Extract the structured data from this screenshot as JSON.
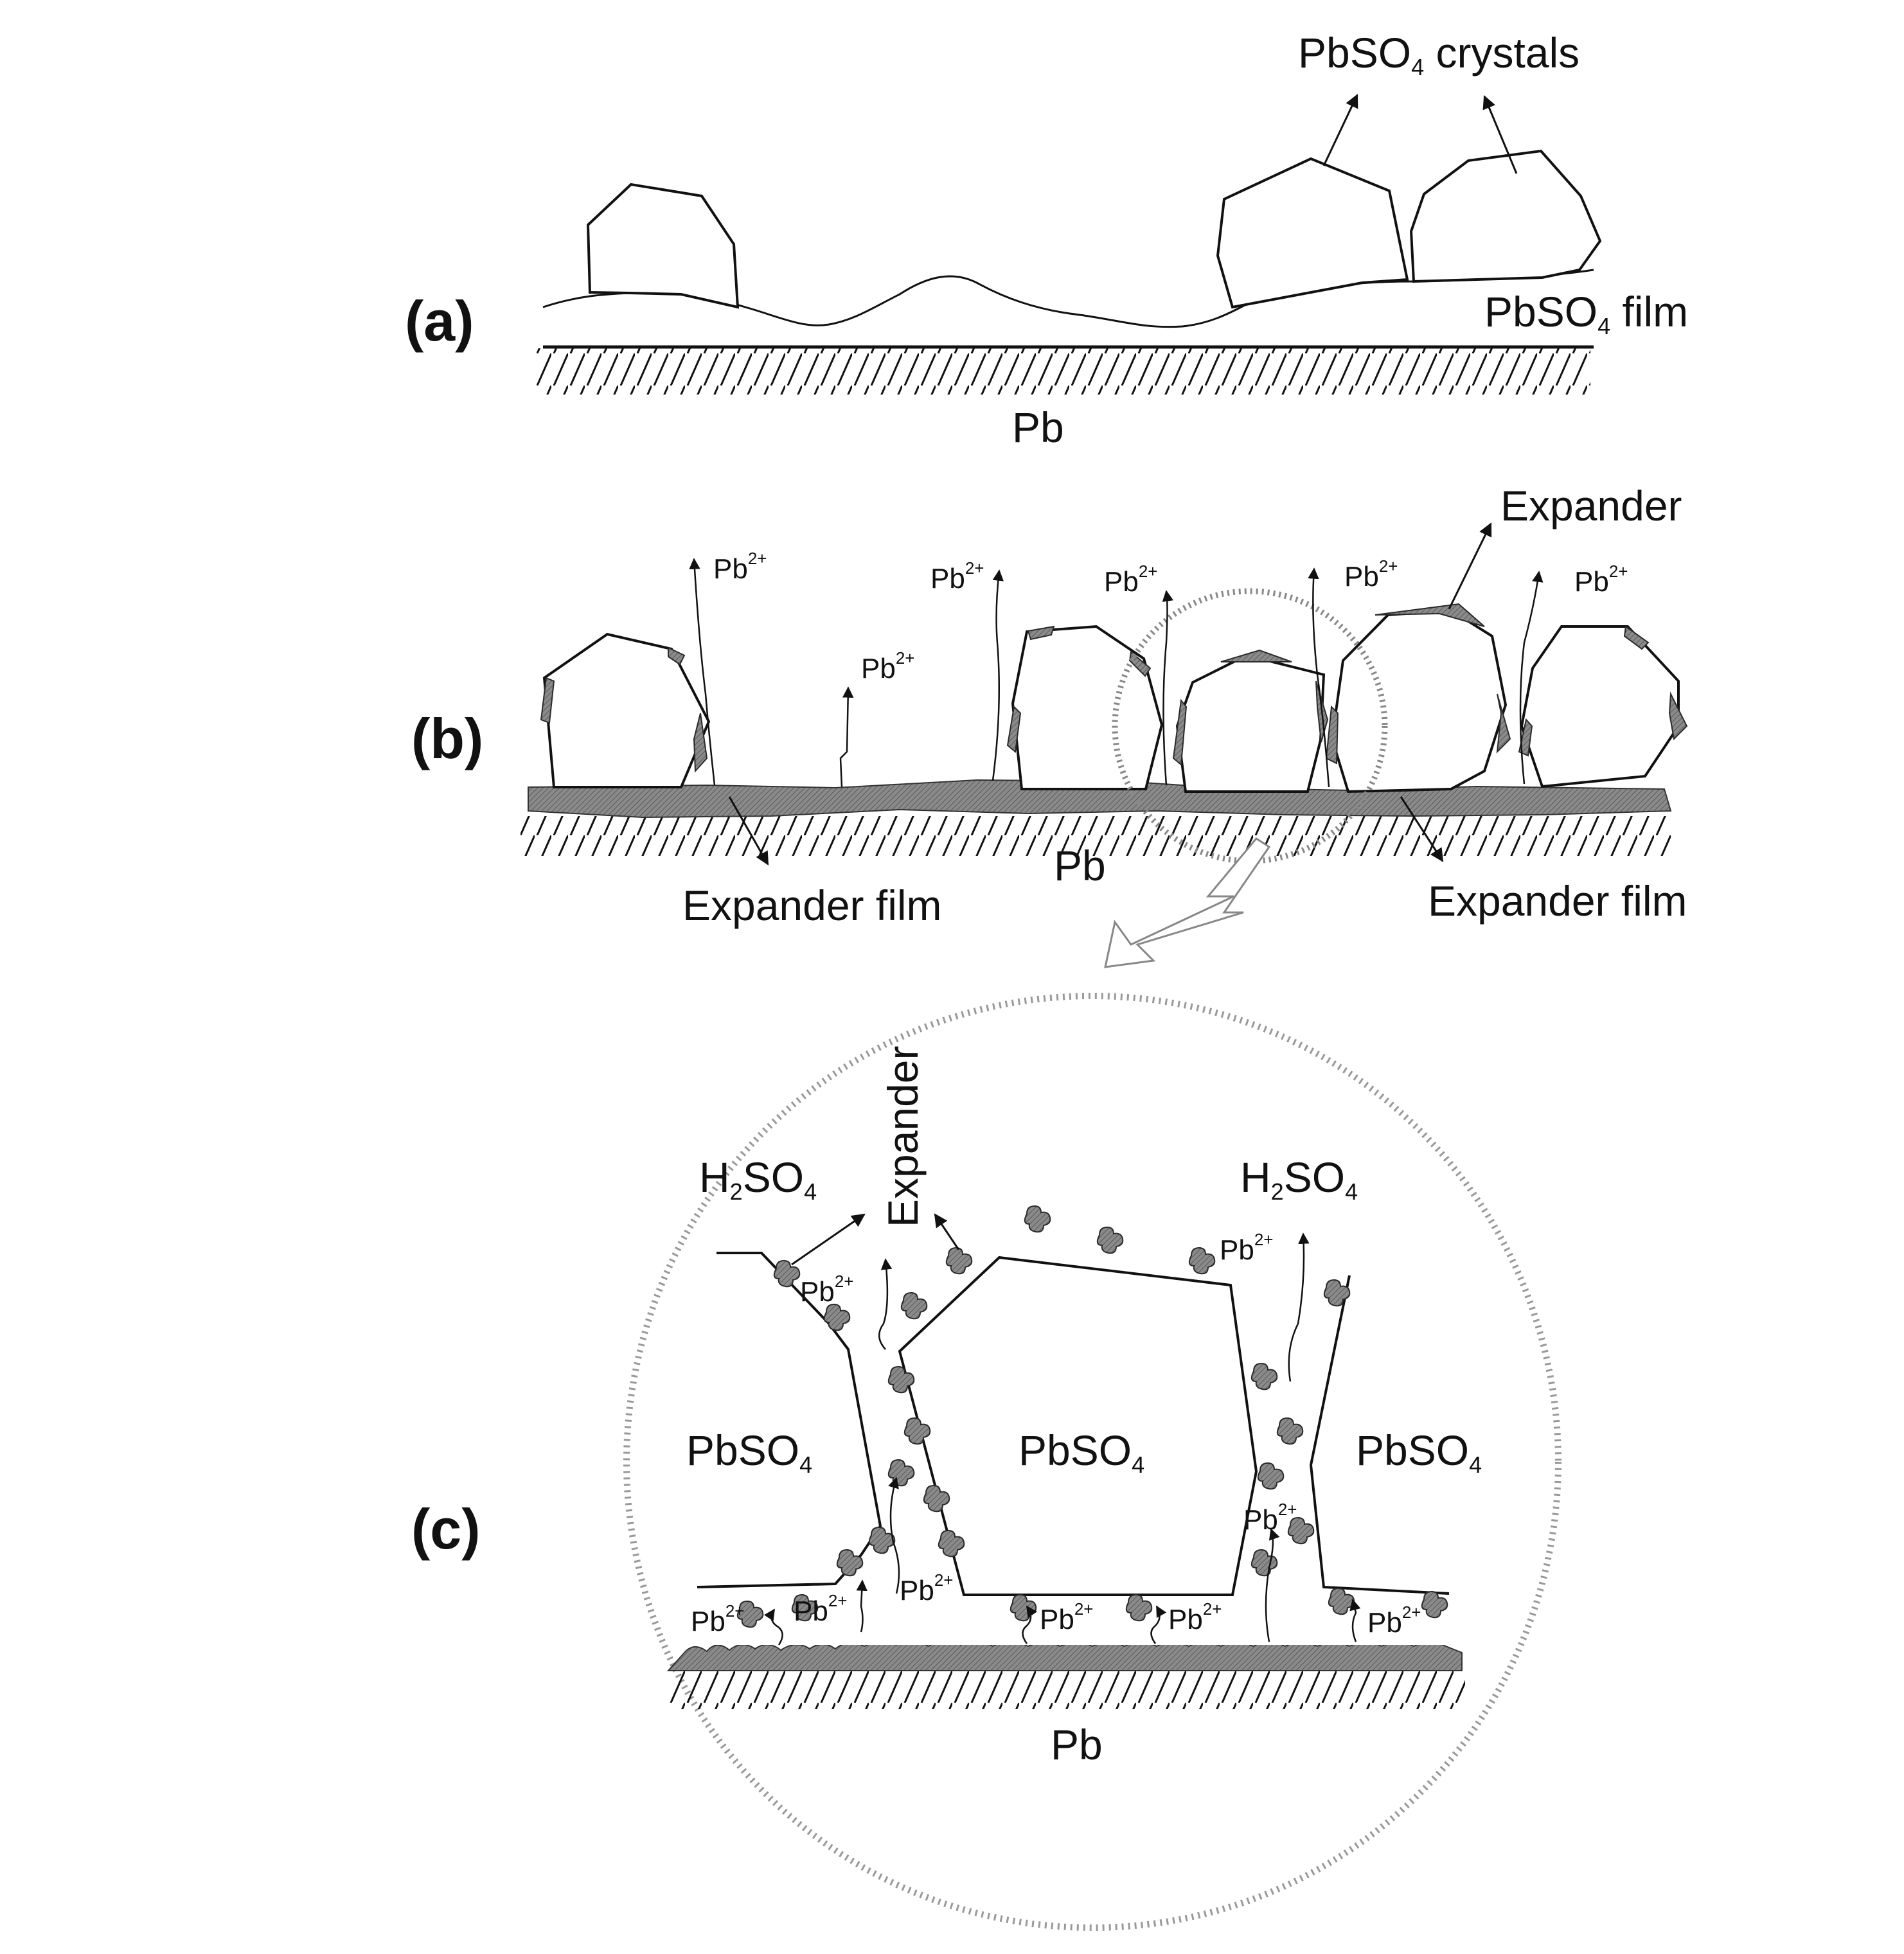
{
  "panels": {
    "a": {
      "label": "(a)",
      "crystals_label": {
        "base": "PbSO",
        "sub": "4",
        "rest": " crystals"
      },
      "film_label": {
        "base": "PbSO",
        "sub": "4",
        "rest": " film"
      },
      "substrate_label": "Pb"
    },
    "b": {
      "label": "(b)",
      "ion_label": {
        "base": "Pb",
        "sup": "2+"
      },
      "expander_label": "Expander",
      "expander_film_label": "Expander film",
      "substrate_label": "Pb"
    },
    "c": {
      "label": "(c)",
      "acid_label": {
        "base": "H",
        "sub": "2",
        "rest": "SO",
        "sub2": "4"
      },
      "expander_label": "Expander",
      "crystal_label": {
        "base": "PbSO",
        "sub": "4"
      },
      "ion_label": {
        "base": "Pb",
        "sup": "2+"
      },
      "substrate_label": "Pb"
    }
  },
  "colors": {
    "line": "#111111",
    "deposit": "#777777",
    "dots": "#999999"
  }
}
